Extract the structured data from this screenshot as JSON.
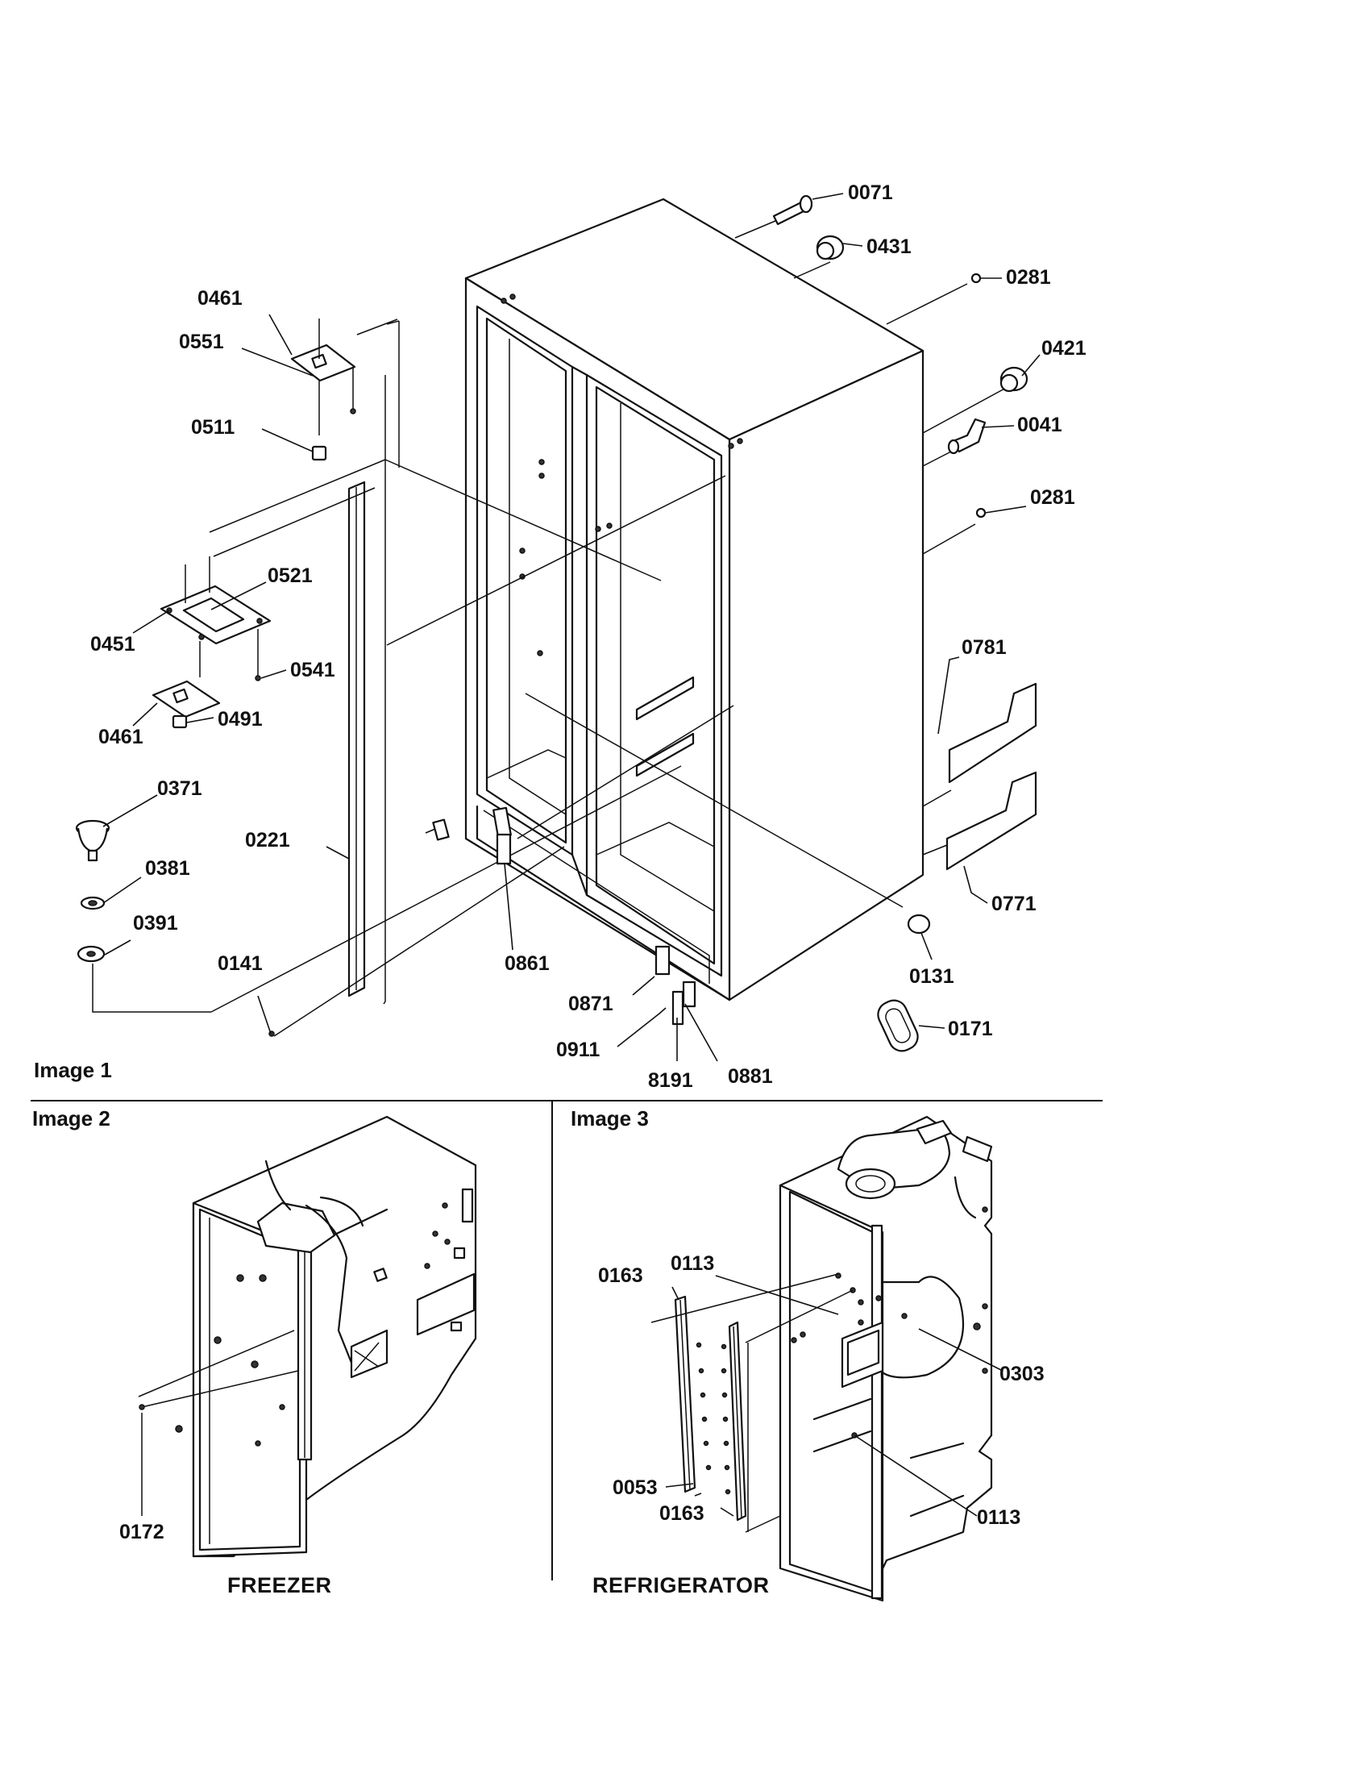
{
  "image1": {
    "title": "Image 1",
    "labels": {
      "p0071": "0071",
      "p0431": "0431",
      "p0281a": "0281",
      "p0421": "0421",
      "p0041": "0041",
      "p0281b": "0281",
      "p0781": "0781",
      "p0771": "0771",
      "p0131": "0131",
      "p0171": "0171",
      "p0881": "0881",
      "p8191": "8191",
      "p0911": "0911",
      "p0871": "0871",
      "p0861": "0861",
      "p0141": "0141",
      "p0221": "0221",
      "p0391": "0391",
      "p0381": "0381",
      "p0371": "0371",
      "p0461a": "0461",
      "p0551": "0551",
      "p0511": "0511",
      "p0521": "0521",
      "p0451": "0451",
      "p0541": "0541",
      "p0461b": "0461",
      "p0491": "0491"
    }
  },
  "image2": {
    "title": "Image 2",
    "caption": "FREEZER",
    "labels": {
      "p0172": "0172"
    }
  },
  "image3": {
    "title": "Image 3",
    "caption": "REFRIGERATOR",
    "labels": {
      "p0163a": "0163",
      "p0113a": "0113",
      "p0303": "0303",
      "p0053": "0053",
      "p0163b": "0163",
      "p0113b": "0113"
    }
  }
}
